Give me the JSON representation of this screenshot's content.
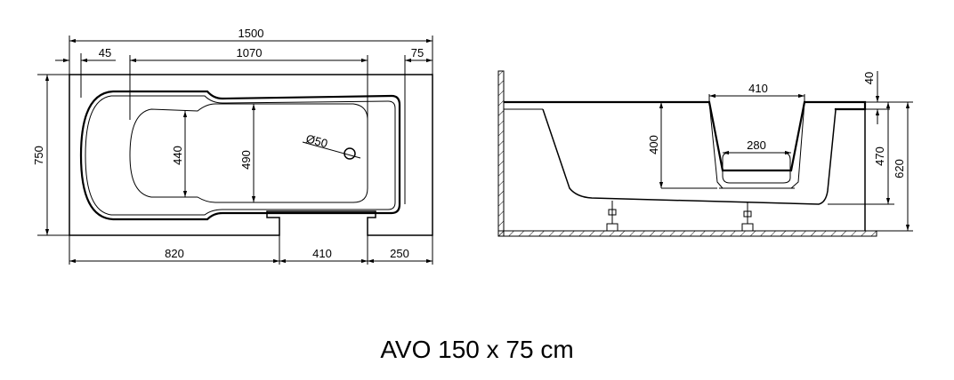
{
  "caption": "AVO 150 x 75 cm",
  "top_view": {
    "overall_length": "1500",
    "left_offset": "45",
    "basin_length": "1070",
    "right_offset": "75",
    "overall_width": "750",
    "basin_width_narrow": "440",
    "basin_width_wide": "490",
    "drain": "Ø50",
    "bottom_left": "820",
    "door_width": "410",
    "bottom_right": "250"
  },
  "side_view": {
    "door_top_width": "410",
    "door_bottom_width": "280",
    "door_depth": "400",
    "rim_thickness": "40",
    "inner_depth": "470",
    "total_height": "620"
  }
}
